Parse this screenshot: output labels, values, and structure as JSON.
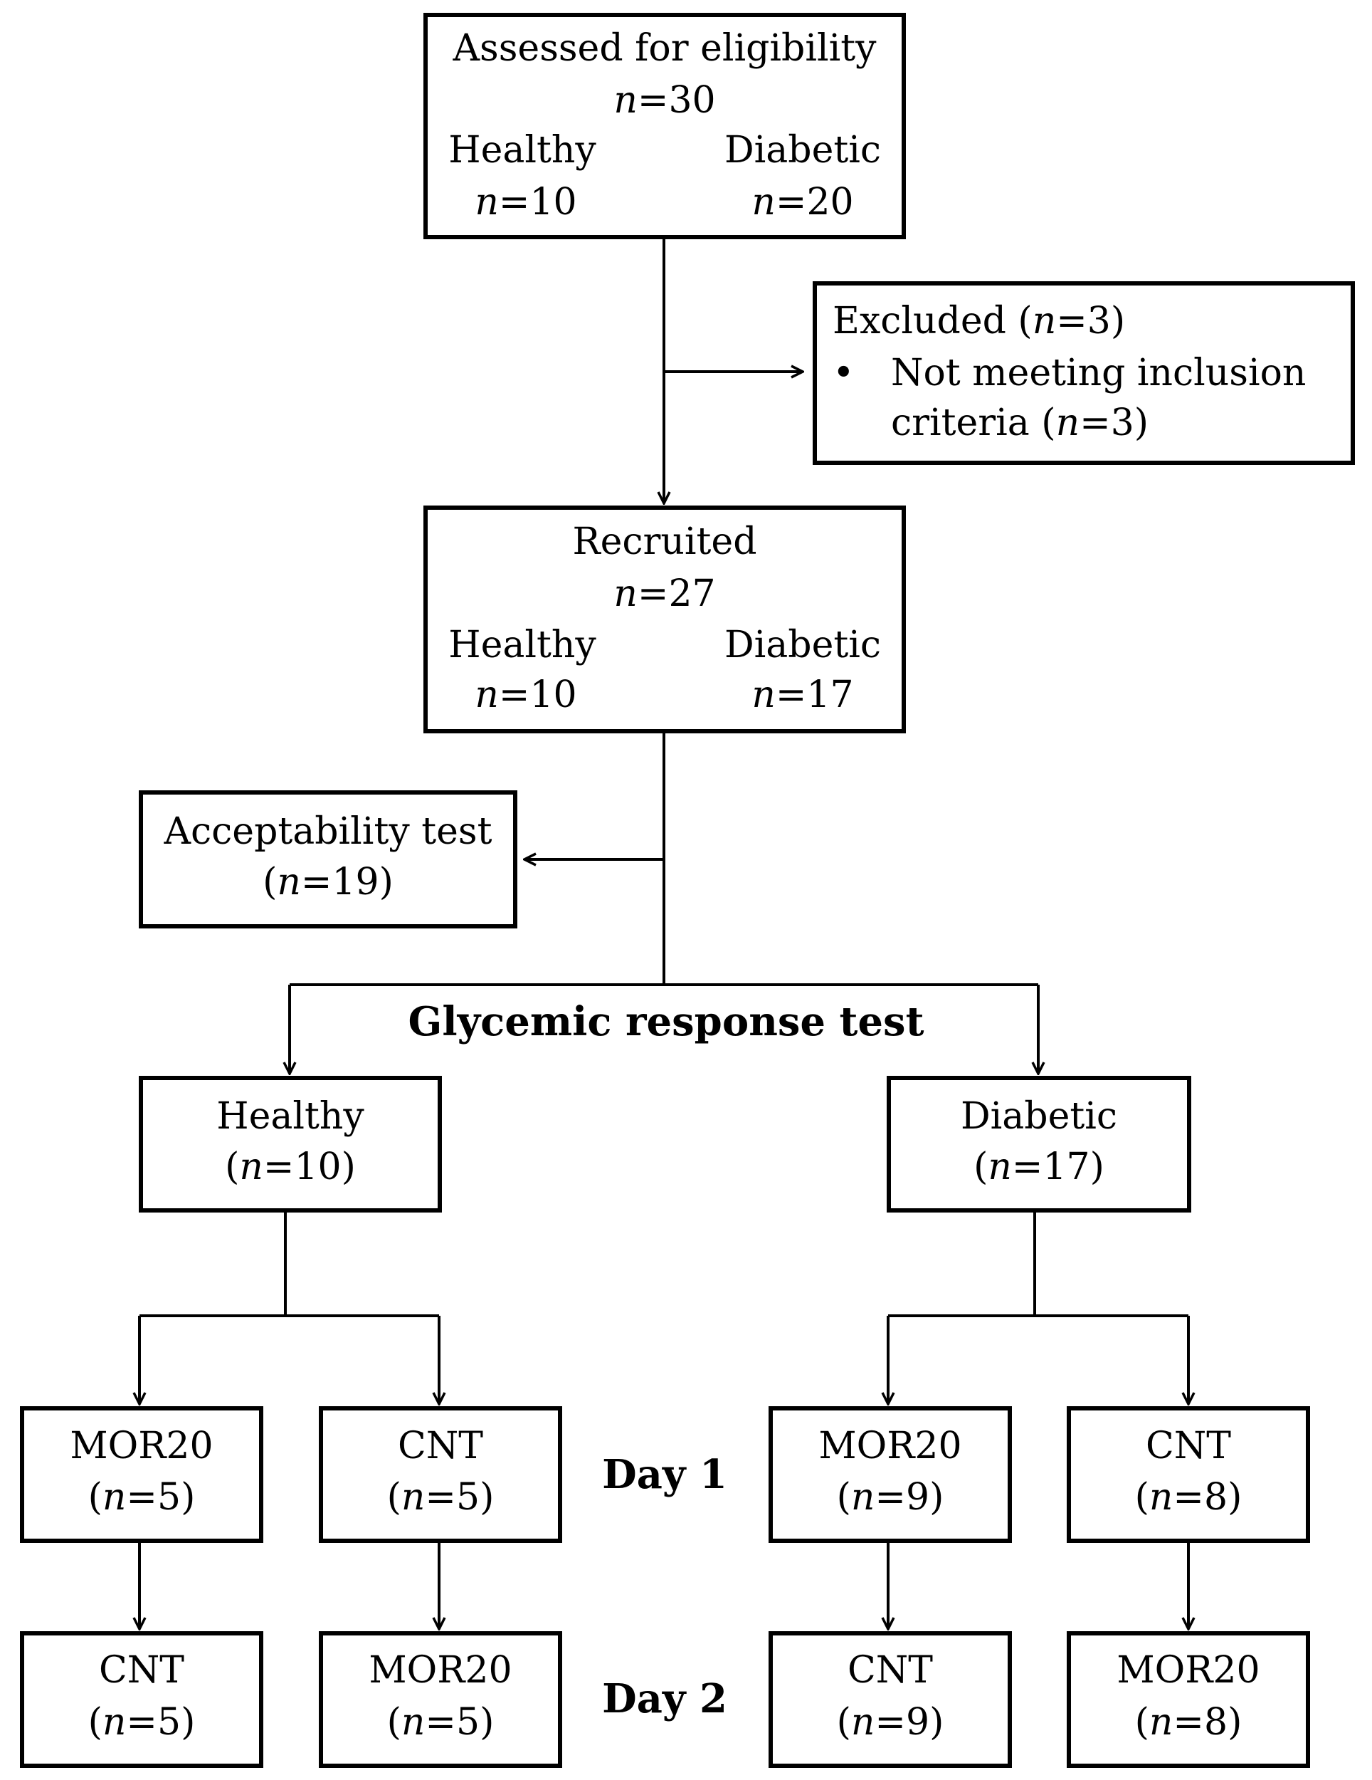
{
  "assessed": {
    "title": "Assessed for eligibility",
    "n": "30",
    "healthy_label": "Healthy",
    "healthy_n": "10",
    "diabetic_label": "Diabetic",
    "diabetic_n": "20"
  },
  "excluded": {
    "title": "Excluded",
    "n": "3",
    "bullet": "•",
    "reason_line1": "Not meeting inclusion",
    "reason_line2": "criteria",
    "reason_n": "3"
  },
  "recruited": {
    "title": "Recruited",
    "n": "27",
    "healthy_label": "Healthy",
    "healthy_n": "10",
    "diabetic_label": "Diabetic",
    "diabetic_n": "17"
  },
  "acceptability": {
    "title": "Acceptability test",
    "n": "19"
  },
  "glycemic_label": "Glycemic response test",
  "healthy_group": {
    "title": "Healthy",
    "n": "10"
  },
  "diabetic_group": {
    "title": "Diabetic",
    "n": "17"
  },
  "day1_label": "Day 1",
  "day2_label": "Day 2",
  "healthy_day1": [
    {
      "label": "MOR20",
      "n": "5"
    },
    {
      "label": "CNT",
      "n": "5"
    }
  ],
  "healthy_day2": [
    {
      "label": "CNT",
      "n": "5"
    },
    {
      "label": "MOR20",
      "n": "5"
    }
  ],
  "diabetic_day1": [
    {
      "label": "MOR20",
      "n": "9"
    },
    {
      "label": "CNT",
      "n": "8"
    }
  ],
  "diabetic_day2": [
    {
      "label": "CNT",
      "n": "9"
    },
    {
      "label": "MOR20",
      "n": "8"
    }
  ]
}
